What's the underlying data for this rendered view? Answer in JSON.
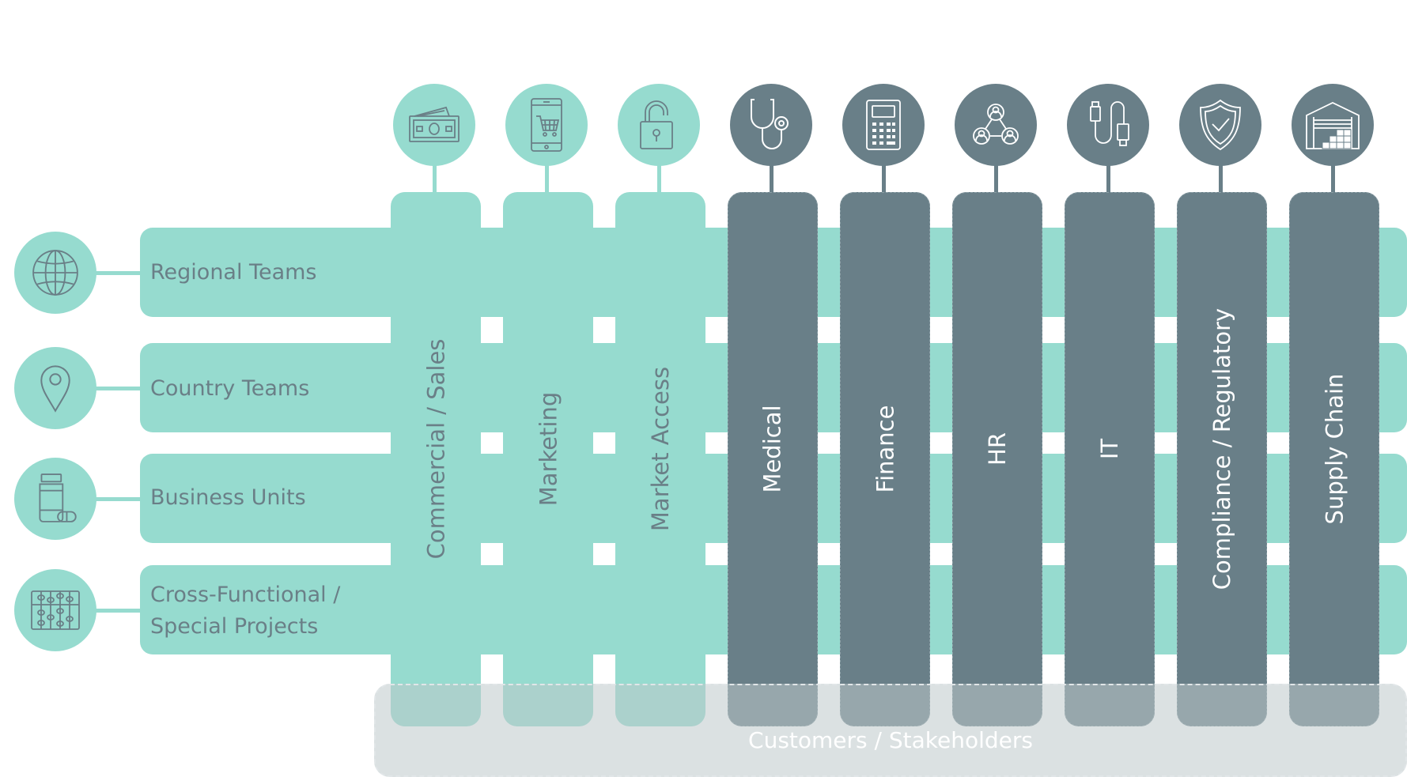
{
  "rows": [
    {
      "label_lines": [
        "Regional Teams"
      ],
      "icon": "globe-icon"
    },
    {
      "label_lines": [
        "Country Teams"
      ],
      "icon": "map-pin-icon"
    },
    {
      "label_lines": [
        "Business Units"
      ],
      "icon": "medicine-bottle-icon"
    },
    {
      "label_lines": [
        "Cross-Functional /",
        "Special Projects"
      ],
      "icon": "abacus-icon"
    }
  ],
  "columns": [
    {
      "label": "Commercial / Sales",
      "icon": "money-icon",
      "style": "teal"
    },
    {
      "label": "Marketing",
      "icon": "mobile-cart-icon",
      "style": "teal"
    },
    {
      "label": "Market Access",
      "icon": "unlocked-padlock-icon",
      "style": "teal"
    },
    {
      "label": "Medical",
      "icon": "stethoscope-icon",
      "style": "dark"
    },
    {
      "label": "Finance",
      "icon": "calculator-icon",
      "style": "dark"
    },
    {
      "label": "HR",
      "icon": "people-network-icon",
      "style": "dark"
    },
    {
      "label": "IT",
      "icon": "usb-cable-icon",
      "style": "dark"
    },
    {
      "label": "Compliance / Regulatory",
      "icon": "shield-check-icon",
      "style": "dark"
    },
    {
      "label": "Supply Chain",
      "icon": "warehouse-icon",
      "style": "dark"
    }
  ],
  "customers_label": "Customers / Stakeholders",
  "colors": {
    "teal": "#96dbcf",
    "dark": "#697f88",
    "text": "#6a7f87",
    "band": "#c3cdd0"
  }
}
